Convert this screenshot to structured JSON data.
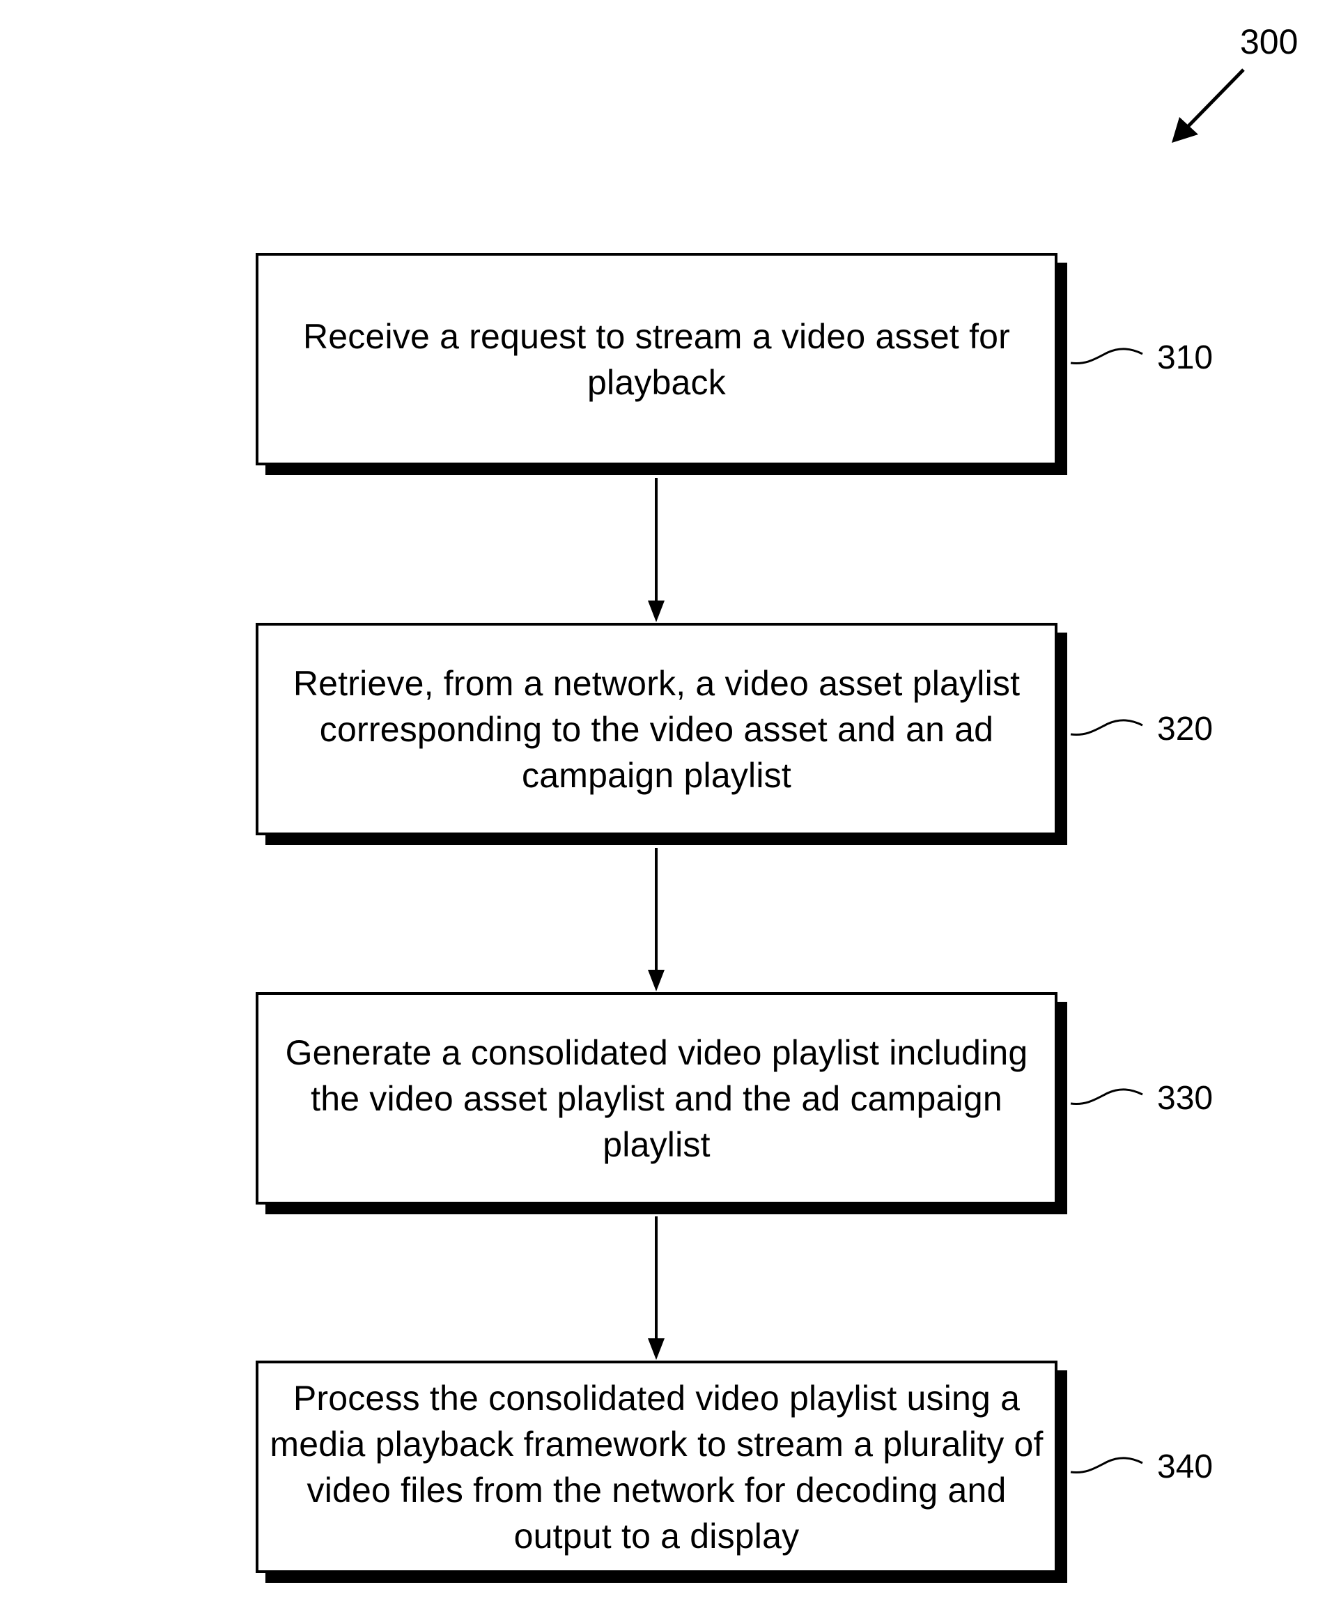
{
  "figure": {
    "number": "300"
  },
  "steps": [
    {
      "ref": "310",
      "text": "Receive a request to stream a video asset for playback"
    },
    {
      "ref": "320",
      "text": "Retrieve, from a network, a video asset playlist corresponding to the video asset and an ad campaign playlist"
    },
    {
      "ref": "330",
      "text": "Generate a consolidated video playlist including the video asset playlist and the ad campaign playlist"
    },
    {
      "ref": "340",
      "text": "Process the consolidated video playlist using a media playback framework to stream a plurality of video files from the network for decoding and output to a display"
    }
  ],
  "connectors": [
    {
      "from": "310",
      "to": "320"
    },
    {
      "from": "320",
      "to": "330"
    },
    {
      "from": "330",
      "to": "340"
    }
  ]
}
